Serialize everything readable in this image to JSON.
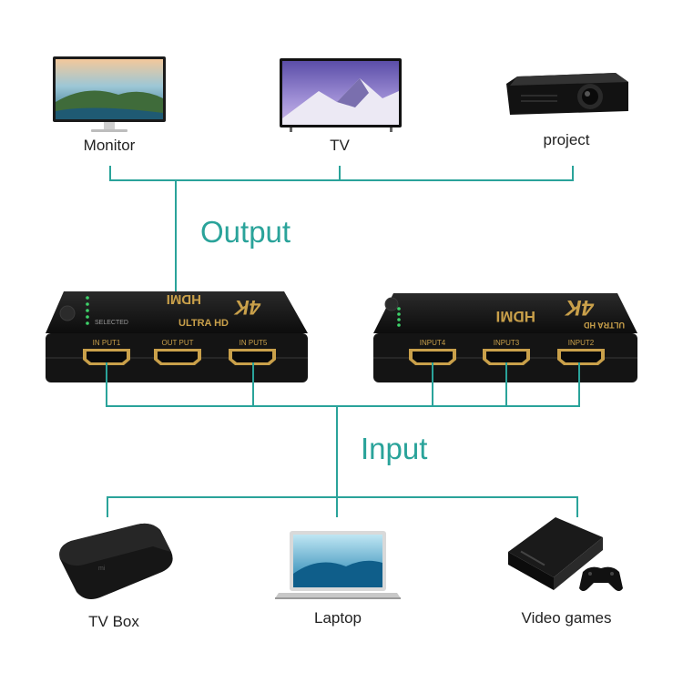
{
  "colors": {
    "line": "#2aa39a",
    "device": "#141414",
    "gold": "#c9a04a",
    "led": "#3ed26a"
  },
  "output_devices": [
    {
      "label": "Monitor",
      "icon": "monitor-icon"
    },
    {
      "label": "TV",
      "icon": "tv-icon"
    },
    {
      "label": "project",
      "icon": "projector-icon"
    }
  ],
  "input_devices": [
    {
      "label": "TV Box",
      "icon": "tv-box-icon"
    },
    {
      "label": "Laptop",
      "icon": "laptop-icon"
    },
    {
      "label": "Video games",
      "icon": "game-console-icon"
    }
  ],
  "group_labels": {
    "output": "Output",
    "input": "Input"
  },
  "switch_left": {
    "logo": "HDMI",
    "badge": "4K",
    "subtitle": "ULTRA HD",
    "select": "SELECTED",
    "ports": [
      "IN PUT1",
      "OUT PUT",
      "IN PUT5"
    ]
  },
  "switch_right": {
    "logo": "HDMI",
    "badge": "4K",
    "subtitle": "ULTRA HD",
    "ports": [
      "INPUT4",
      "INPUT3",
      "INPUT2"
    ]
  }
}
